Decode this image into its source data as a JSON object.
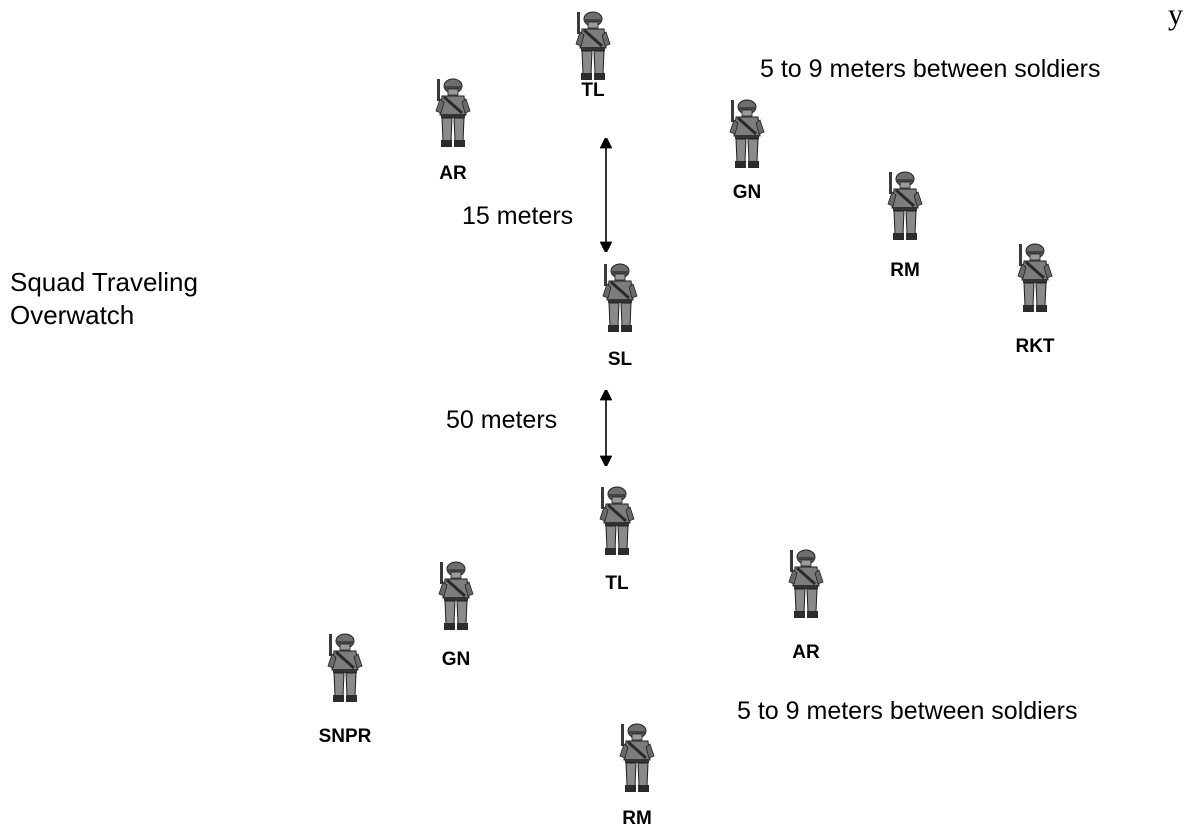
{
  "diagram": {
    "title_line1": "Squad Traveling",
    "title_line2": "Overwatch",
    "top_spacing_note": "5 to 9 meters between soldiers",
    "bottom_spacing_note": "5 to 9 meters between soldiers",
    "distance_upper": "15 meters",
    "distance_lower": "50 meters",
    "corner_fragment": "y",
    "soldier_icon": "soldier-figure-icon",
    "soldiers": {
      "lead_tl": "TL",
      "lead_ar": "AR",
      "lead_gn": "GN",
      "lead_rm": "RM",
      "lead_rkt": "RKT",
      "squad_leader": "SL",
      "trail_tl": "TL",
      "trail_gn": "GN",
      "trail_snpr": "SNPR",
      "trail_ar": "AR",
      "trail_rm": "RM"
    }
  }
}
